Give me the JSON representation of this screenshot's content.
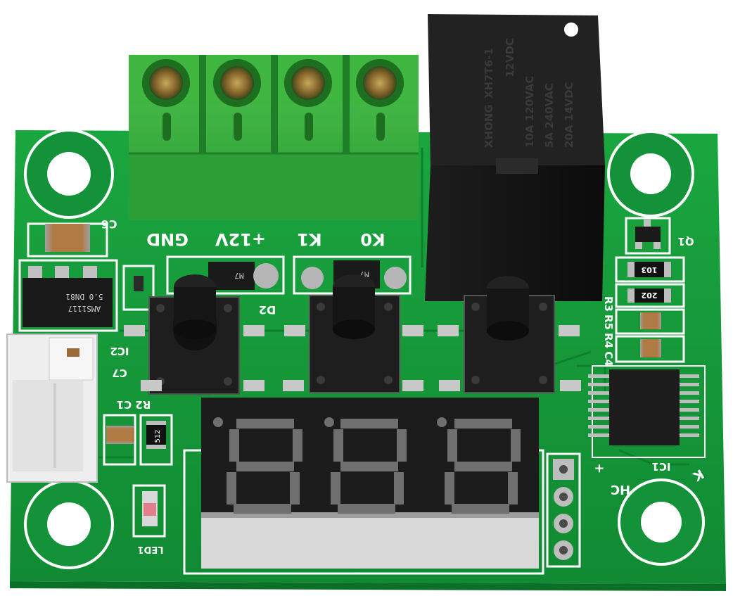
{
  "terminal_labels": [
    "GND",
    "+12V",
    "K1",
    "K0"
  ],
  "relay": {
    "brand": "XHONG",
    "model": "XH7T6-1",
    "ratings": [
      "12VDC",
      "10A 120VAC",
      "5A 240VAC",
      "20A 14VDC"
    ]
  },
  "silkscreen": {
    "c6": "C6",
    "ic2": "IC2",
    "c7": "C7",
    "r2_c1": "R2 C1",
    "d2": "D2",
    "led1": "LED1",
    "q1": "Q1",
    "r_labels": [
      "R3",
      "R5",
      "R4"
    ],
    "c4": "C4",
    "ic1": "IC1",
    "hc": "HC",
    "k": "K",
    "plus": "+"
  },
  "parts": {
    "regulator_line1": "AMS1117",
    "regulator_line2": "5.0 DN81",
    "diode_d2": "M7",
    "diode_d1": "M7",
    "r_103": "103",
    "r_202": "202",
    "r_512": "512"
  },
  "display": {
    "digits": [
      "8",
      "8",
      "8"
    ]
  },
  "colors": {
    "pcb": "#169a3a",
    "pcb_dark": "#0e7a2c",
    "terminal": "#3cae3c",
    "relay": "#141414",
    "display_segment": "#6f6f6f"
  }
}
